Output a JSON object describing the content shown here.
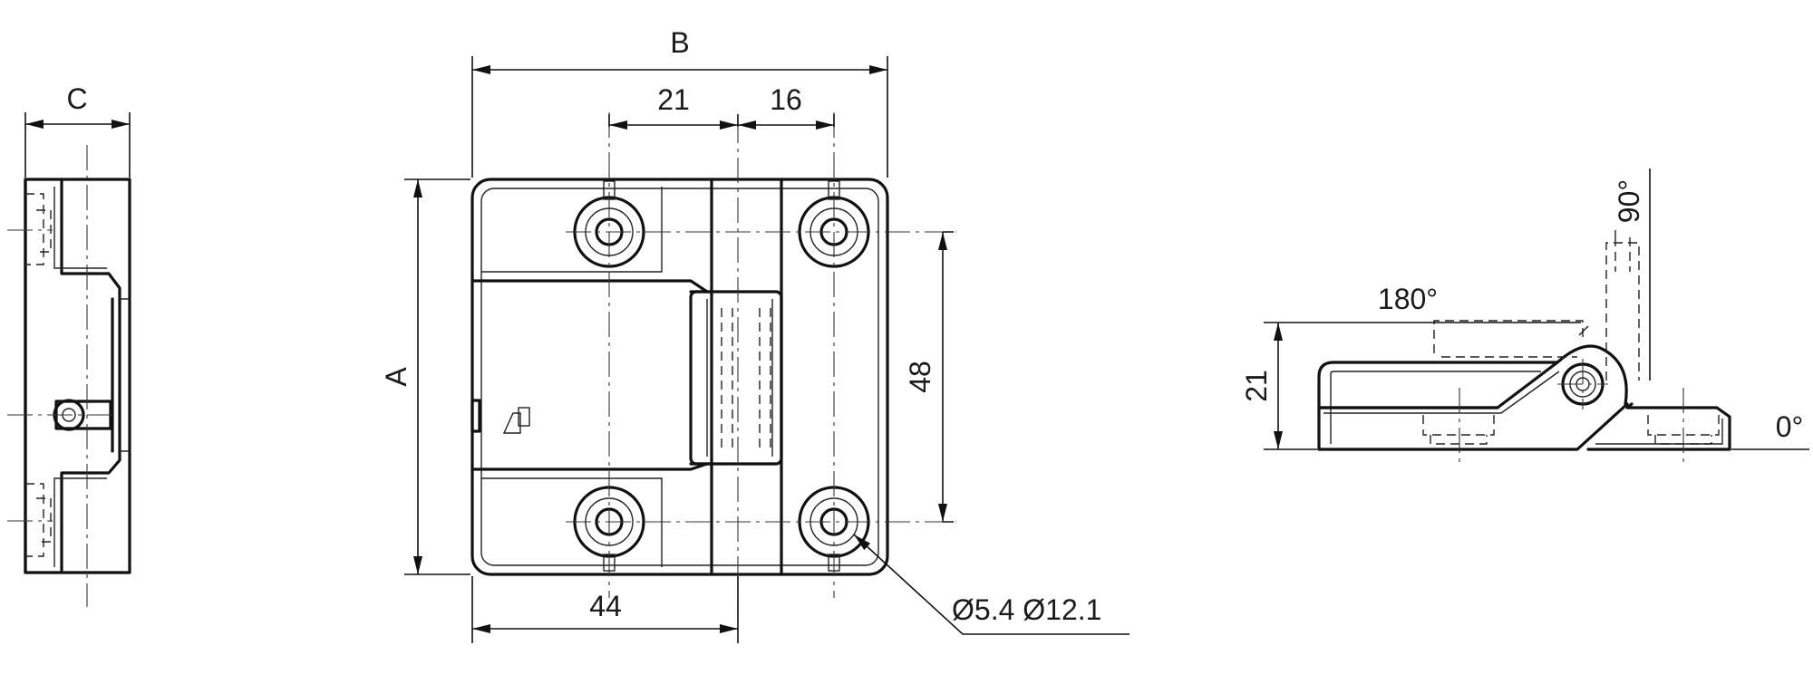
{
  "dimensions": {
    "C": "C",
    "B": "B",
    "A": "A",
    "d21_top": "21",
    "d16": "16",
    "d48": "48",
    "d44": "44",
    "hole_callout": "Ø5.4 Ø12.1",
    "d21_side": "21",
    "angle_180": "180°",
    "angle_90": "90°",
    "angle_0": "0°"
  },
  "colors": {
    "line": "#111111",
    "background": "#ffffff"
  }
}
